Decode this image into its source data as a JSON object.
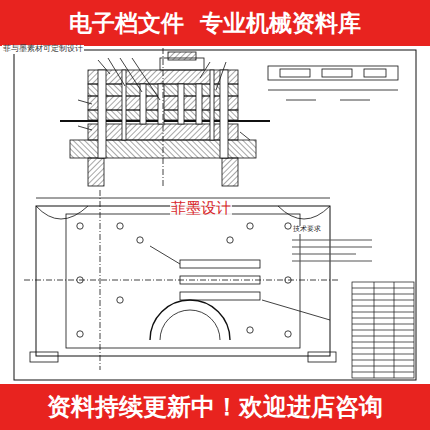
{
  "diagram": {
    "nodes": [
      {
        "text": [
          "电子档文件  专业机械资料库"
        ]
      },
      {
        "text": [
          "资料持续更新中！欢迎进店咨询"
        ]
      }
    ],
    "labels": [
      "菲与墨素材可定制设计",
      "菲墨设计",
      "技术要求"
    ]
  }
}
